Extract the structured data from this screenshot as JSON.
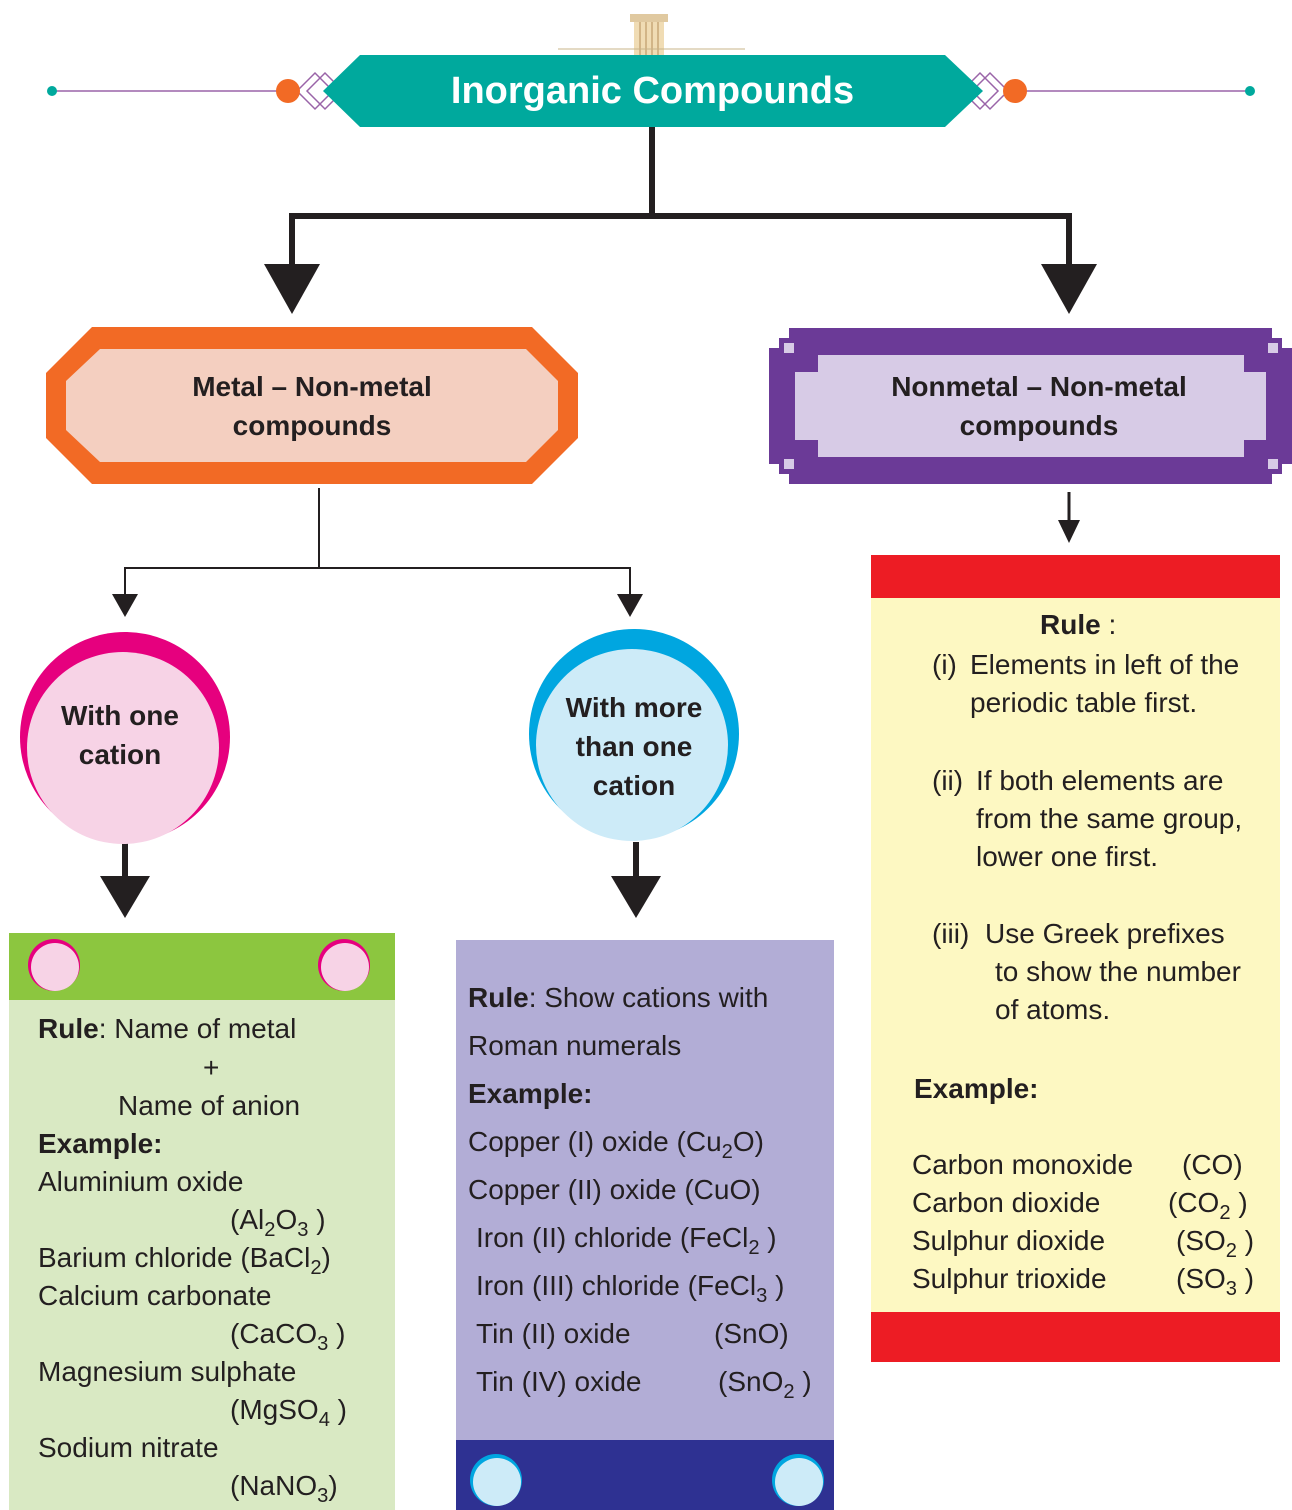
{
  "title": "Inorganic Compounds",
  "categories": {
    "metal": {
      "line1": "Metal – Non-metal",
      "line2": "compounds"
    },
    "nonmetal": {
      "line1": "Nonmetal – Non-metal",
      "line2": "compounds"
    }
  },
  "circles": {
    "one_cation": {
      "line1": "With one",
      "line2": "cation"
    },
    "more_cation": {
      "line1": "With more",
      "line2": "than one",
      "line3": "cation"
    }
  },
  "green_panel": {
    "rule_label": "Rule",
    "rule_text": ": Name of metal",
    "plus": "+",
    "anion": "Name of anion",
    "example_label": "Example:",
    "examples": [
      {
        "name": "Aluminium oxide",
        "formula": [
          "(Al",
          "2",
          "O",
          "3",
          " )"
        ]
      },
      {
        "name": "Barium chloride",
        "formula": [
          "(BaCl",
          "2",
          ")"
        ]
      },
      {
        "name": "Calcium carbonate",
        "formula": [
          "(CaCO",
          "3",
          " )"
        ]
      },
      {
        "name": "Magnesium sulphate",
        "formula": [
          "(MgSO",
          "4",
          " )"
        ]
      },
      {
        "name": "Sodium nitrate",
        "formula": [
          "(NaNO",
          "3",
          ")"
        ]
      }
    ]
  },
  "purple_panel": {
    "rule_label": "Rule",
    "rule_text": ": Show cations with",
    "rule_text2": "Roman numerals",
    "example_label": "Example:",
    "examples": [
      {
        "name": "Copper (I) oxide",
        "formula": [
          "(Cu",
          "2",
          "O)"
        ]
      },
      {
        "name": "Copper (II) oxide",
        "formula": [
          "(CuO)"
        ]
      },
      {
        "name": "Iron (II) chloride",
        "formula": [
          "(FeCl",
          "2",
          " )"
        ]
      },
      {
        "name": "Iron (III) chloride",
        "formula": [
          "(FeCl",
          "3",
          " )"
        ]
      },
      {
        "name": "Tin (II) oxide",
        "formula": [
          "(SnO)"
        ]
      },
      {
        "name": "Tin (IV) oxide",
        "formula": [
          "(SnO",
          "2",
          " )"
        ]
      }
    ]
  },
  "yellow_panel": {
    "rule_label": "Rule",
    "rule_colon": ":",
    "rules": [
      {
        "num": "(i)",
        "lines": [
          "Elements in left of the",
          "periodic table first."
        ]
      },
      {
        "num": "(ii)",
        "lines": [
          "If both elements are",
          "from the same group,",
          "lower one first."
        ]
      },
      {
        "num": "(iii)",
        "lines": [
          "Use Greek prefixes",
          "to show the number",
          "of atoms."
        ]
      }
    ],
    "example_label": "Example:",
    "examples": [
      {
        "name": "Carbon monoxide",
        "formula": [
          "(CO)"
        ]
      },
      {
        "name": "Carbon dioxide",
        "formula": [
          "(CO",
          "2",
          " )"
        ]
      },
      {
        "name": "Sulphur dioxide",
        "formula": [
          "(SO",
          "2",
          " )"
        ]
      },
      {
        "name": "Sulphur trioxide",
        "formula": [
          "(SO",
          "3",
          " )"
        ]
      }
    ]
  },
  "colors": {
    "teal": "#00a99d",
    "orange": "#f26a25",
    "orange_fill": "#f4cfc0",
    "purple": "#6b3a97",
    "purple_fill": "#d7cbe6",
    "magenta": "#e6007e",
    "pink_fill": "#f7d3e6",
    "blue": "#00a6e0",
    "blue_fill": "#cdebf8",
    "green_bar": "#8cc63f",
    "green_fill": "#d9e9c3",
    "lavender": "#b2add6",
    "navy": "#2e3192",
    "red": "#ed1c24",
    "cream": "#fdf8c2"
  }
}
